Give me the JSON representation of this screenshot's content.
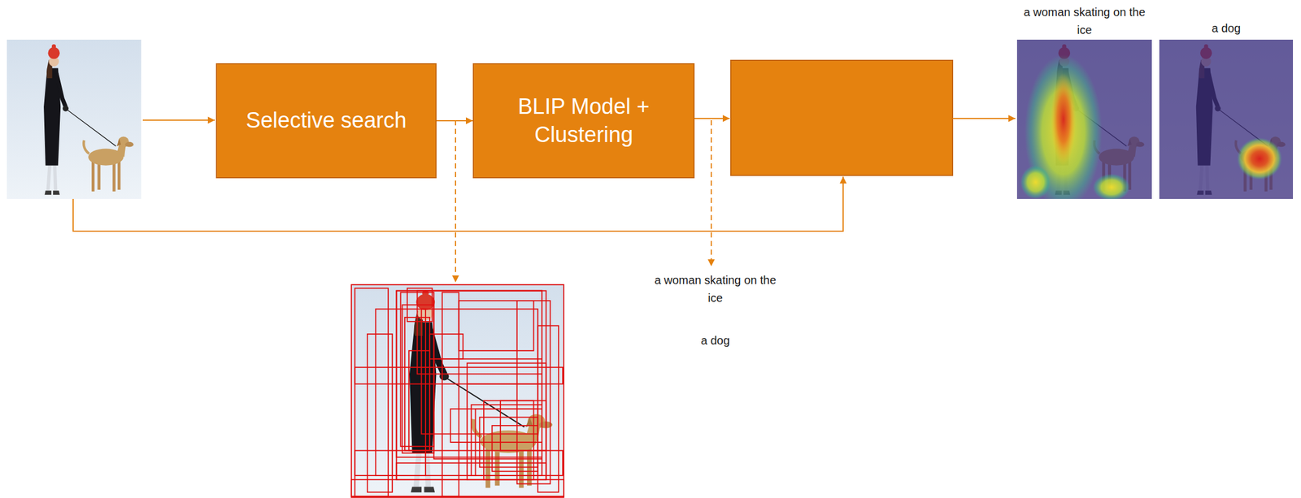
{
  "diagram": {
    "nodes": [
      {
        "text": [
          "Selective search"
        ]
      },
      {
        "text": [
          "BLIP Model + Clustering"
        ]
      }
    ],
    "edges": [
      {
        "from": 0,
        "to": 1,
        "arrow": "to"
      }
    ],
    "labels": [
      "a woman skating on the ice",
      "a dog",
      "a woman skating on the ice",
      "a dog"
    ]
  }
}
